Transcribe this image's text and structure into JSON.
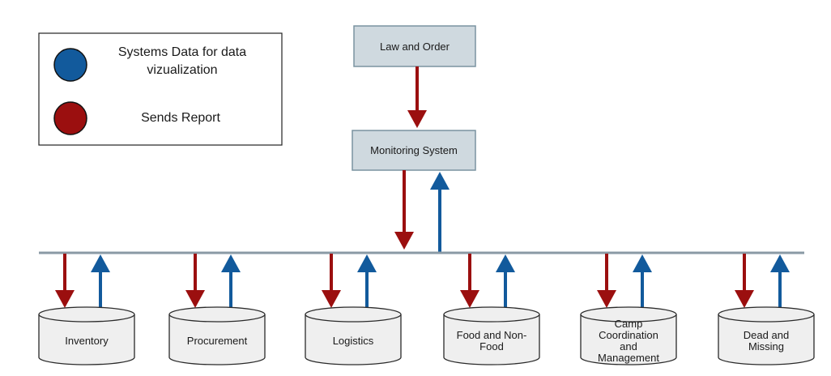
{
  "legend": {
    "blue_label_line1": "Systems Data for data",
    "blue_label_line2": "vizualization",
    "red_label": "Sends Report"
  },
  "boxes": {
    "law_and_order": "Law and Order",
    "monitoring_system": "Monitoring System"
  },
  "databases": [
    {
      "lines": [
        "Inventory"
      ]
    },
    {
      "lines": [
        "Procurement"
      ]
    },
    {
      "lines": [
        "Logistics"
      ]
    },
    {
      "lines": [
        "Food and Non-",
        "Food"
      ]
    },
    {
      "lines": [
        "Camp",
        "Coordination",
        "and",
        "Management"
      ]
    },
    {
      "lines": [
        "Dead and",
        "Missing"
      ]
    }
  ],
  "colors": {
    "blue": "#125a9c",
    "red": "#9b0f0f",
    "box_fill": "#cfd9df",
    "box_stroke": "#7a93a1",
    "db_fill": "#efefef",
    "bus": "#8a9aa5"
  }
}
